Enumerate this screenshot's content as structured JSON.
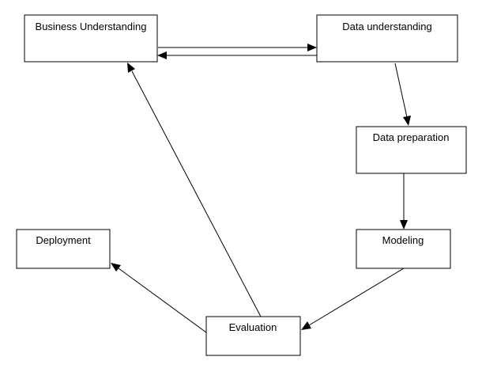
{
  "diagram": {
    "nodes": {
      "business_understanding": "Business Understanding",
      "data_understanding": "Data understanding",
      "data_preparation": "Data preparation",
      "modeling": "Modeling",
      "evaluation": "Evaluation",
      "deployment": "Deployment"
    },
    "edges": [
      {
        "from": "business_understanding",
        "to": "data_understanding"
      },
      {
        "from": "data_understanding",
        "to": "business_understanding"
      },
      {
        "from": "data_understanding",
        "to": "data_preparation"
      },
      {
        "from": "data_preparation",
        "to": "modeling"
      },
      {
        "from": "modeling",
        "to": "evaluation"
      },
      {
        "from": "evaluation",
        "to": "business_understanding"
      },
      {
        "from": "evaluation",
        "to": "deployment"
      }
    ],
    "colors": {
      "stroke": "#000000",
      "fill": "#ffffff",
      "text": "#000000"
    }
  }
}
